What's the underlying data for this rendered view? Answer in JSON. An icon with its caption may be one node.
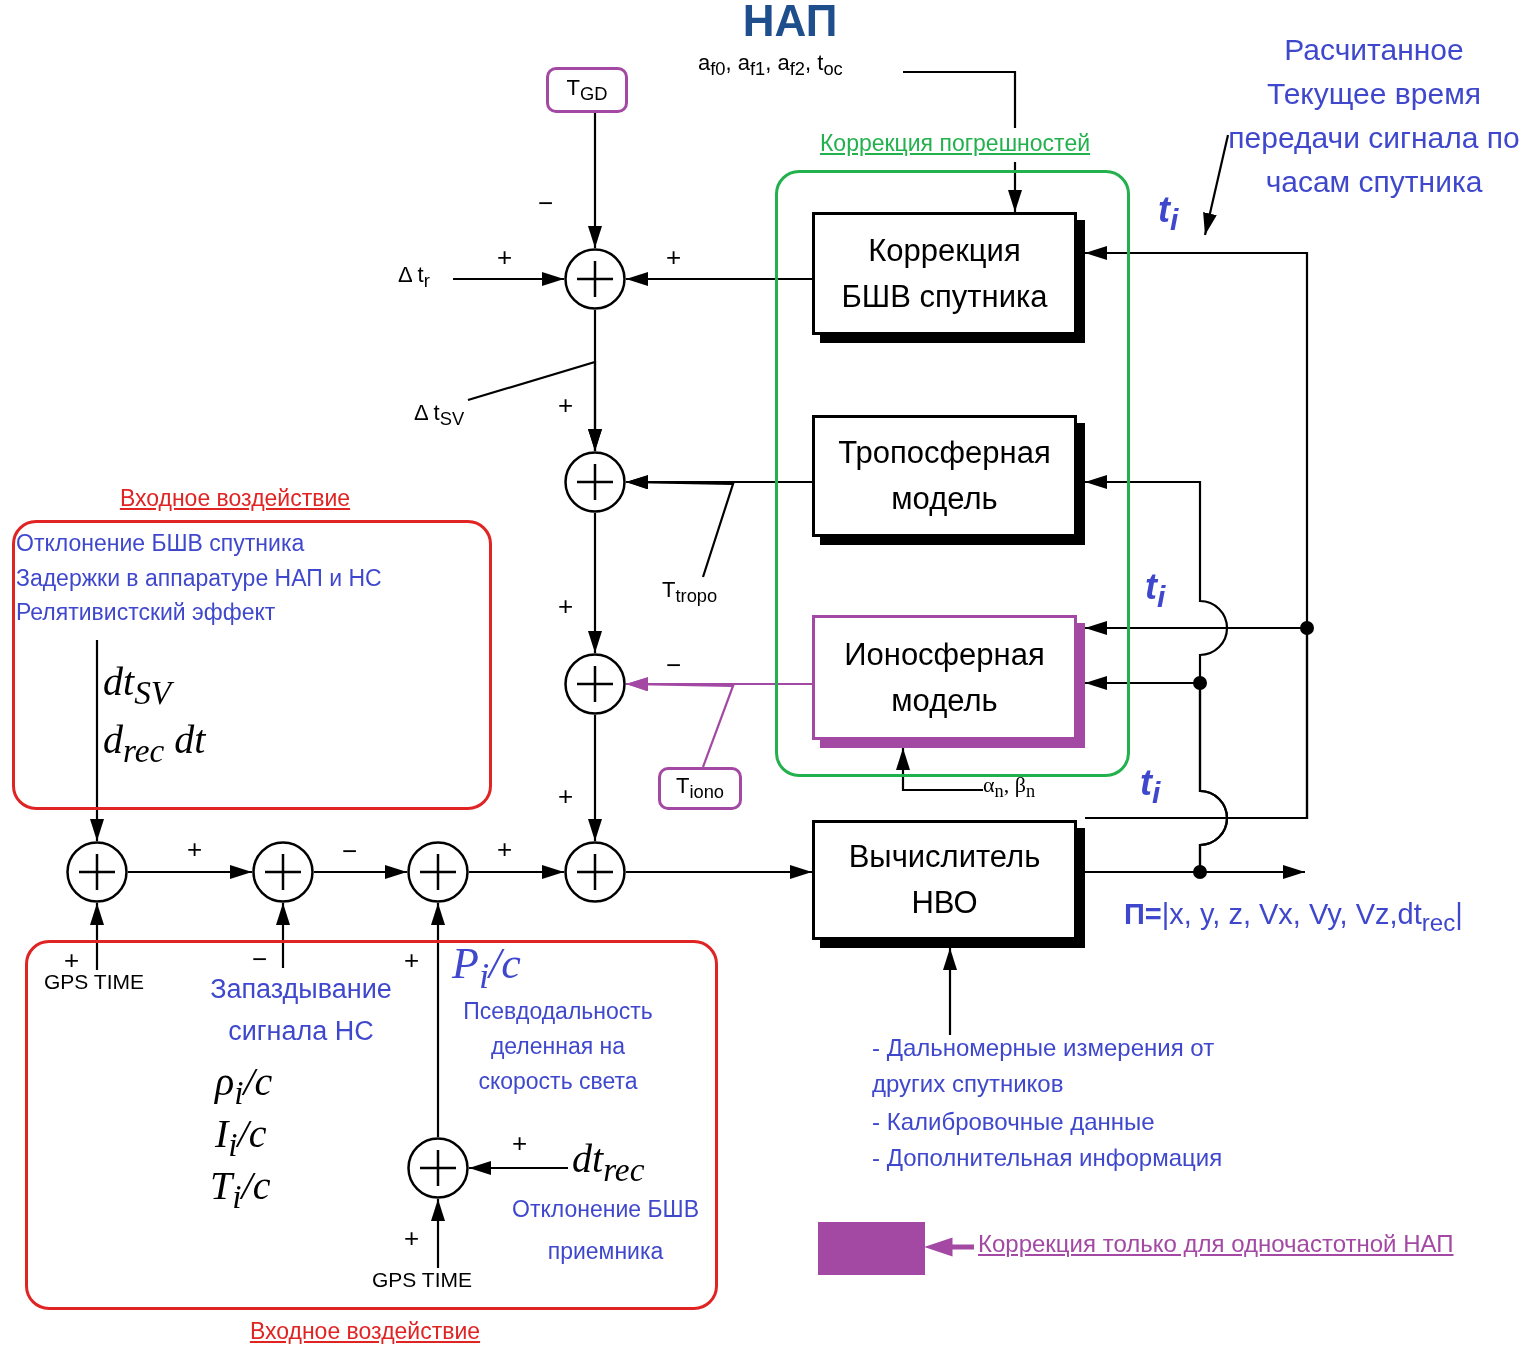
{
  "diagram": {
    "title": "НАП",
    "nodes": [
      {
        "text": [
          "T$_{GD}$"
        ]
      },
      {
        "text": [
          "a$_{f0}$, a$_{f1}$, a$_{f2}$, t$_{oc}$"
        ]
      },
      {
        "text": [
          "Коррекция погрешностей"
        ]
      },
      {
        "text": [
          "Коррекция БШВ спутника"
        ],
        "in": 2
      },
      {
        "text": [
          "Тропосферная модель"
        ],
        "in": 2
      },
      {
        "text": [
          "Ионосферная модель"
        ],
        "in": 2
      },
      {
        "text": [
          "Расчитанное Текущее время передачи сигнала по часам спутника"
        ]
      },
      {
        "text": [
          "Δ t$_{r}$"
        ]
      },
      {
        "text": [],
        "shape": "circle"
      },
      {
        "text": [
          "Δ t$_{SV}$"
        ]
      },
      {
        "text": [],
        "shape": "circle"
      },
      {
        "text": [
          "T$_{tropo}$"
        ]
      },
      {
        "text": [],
        "shape": "circle"
      },
      {
        "text": [
          "T$_{iono}$"
        ]
      },
      {
        "text": [
          "Входное воздействие",
          "Отклонение БШВ спутника",
          "Задержки в аппаратуре НАП и НС",
          "Релятивистский эффект",
          "dt$_{SV}$",
          "d$_{rec}$ dt"
        ]
      },
      {
        "text": [],
        "shape": "circle"
      },
      {
        "text": [],
        "shape": "circle"
      },
      {
        "text": [],
        "shape": "circle"
      },
      {
        "text": [],
        "shape": "circle"
      },
      {
        "text": [
          "α$_{n}$, β$_{n}$"
        ]
      },
      {
        "text": [
          "Вычислитель НВО"
        ]
      },
      {
        "text": [
          "Входное воздействие"
        ]
      },
      {
        "text": [
          "GPS TIME"
        ],
        "in": 21
      },
      {
        "text": [
          "Запаздывание сигнала НС",
          "ρ$_{i}$/c",
          "I$_{i}$/c",
          "T$_{i}$/c"
        ],
        "in": 21
      },
      {
        "text": [],
        "shape": "circle",
        "in": 21
      },
      {
        "text": [
          "dt$_{rec}$",
          "Отклонение БШВ приемника"
        ],
        "in": 21
      },
      {
        "text": [
          "GPS TIME"
        ],
        "in": 21
      },
      {
        "text": [
          "- Дальномерные измерения от других спутников",
          "- Калибровочные данные",
          "- Дополнительная информация"
        ]
      }
    ],
    "edges": [
      {
        "from": 1,
        "to": 3,
        "arrow": "to"
      },
      {
        "from": 0,
        "to": 8,
        "arrow": "to",
        "label": "−"
      },
      {
        "from": 7,
        "to": 8,
        "arrow": "to",
        "label": "+"
      },
      {
        "from": 3,
        "to": 8,
        "arrow": "to",
        "label": "+"
      },
      {
        "from": 8,
        "to": 10,
        "arrow": "to",
        "label": "+"
      },
      {
        "from": 9,
        "to": 10,
        "arrow": "to"
      },
      {
        "from": 4,
        "to": 10,
        "arrow": "to"
      },
      {
        "from": 11,
        "to": 10,
        "arrow": "to"
      },
      {
        "from": 10,
        "to": 12,
        "arrow": "to",
        "label": "+"
      },
      {
        "from": 5,
        "to": 12,
        "arrow": "to",
        "label": "−",
        "color": "#a349a4"
      },
      {
        "from": 13,
        "to": 12,
        "arrow": "to",
        "color": "#a349a4"
      },
      {
        "from": 12,
        "to": 18,
        "arrow": "to",
        "label": "+"
      },
      {
        "from": 14,
        "to": 15,
        "arrow": "to"
      },
      {
        "from": 22,
        "to": 15,
        "arrow": "to",
        "label": "+"
      },
      {
        "from": 15,
        "to": 16,
        "arrow": "to",
        "label": "+"
      },
      {
        "from": 23,
        "to": 16,
        "arrow": "to",
        "label": "−"
      },
      {
        "from": 16,
        "to": 17,
        "arrow": "to",
        "label": "−"
      },
      {
        "from": 25,
        "to": 24,
        "arrow": "to",
        "label": "+"
      },
      {
        "from": 26,
        "to": 24,
        "arrow": "to",
        "label": "+"
      },
      {
        "from": 24,
        "to": 17,
        "arrow": "to",
        "label": "+"
      },
      {
        "from": 17,
        "to": 18,
        "arrow": "to",
        "label": "+"
      },
      {
        "from": 18,
        "to": 20,
        "arrow": "to"
      },
      {
        "from": 19,
        "to": 5,
        "arrow": "to"
      },
      {
        "from": 20,
        "to": 3,
        "arrow": "to",
        "label": "t$_{i}$"
      },
      {
        "from": 20,
        "to": 5,
        "arrow": "to"
      },
      {
        "from": 20,
        "to": 5,
        "arrow": "to"
      },
      {
        "from": 20,
        "to": 4,
        "arrow": "to"
      },
      {
        "from": 27,
        "to": 20,
        "arrow": "to"
      },
      {
        "from": 20,
        "to": null,
        "arrow": "to"
      },
      {
        "from": 6,
        "to": null,
        "arrow": "to"
      }
    ],
    "labels": [
      "t$_{i}$",
      "t$_{i}$",
      "**П=**|x, y, z, Vx, Vy, Vz,dt$_{rec}$|",
      "P$_{i}$/c",
      "Псевдодальность деленная на скорость света"
    ],
    "legend": [
      {
        "text": "Коррекция только для одночастотной НАП",
        "color": "#a349a4"
      }
    ]
  }
}
